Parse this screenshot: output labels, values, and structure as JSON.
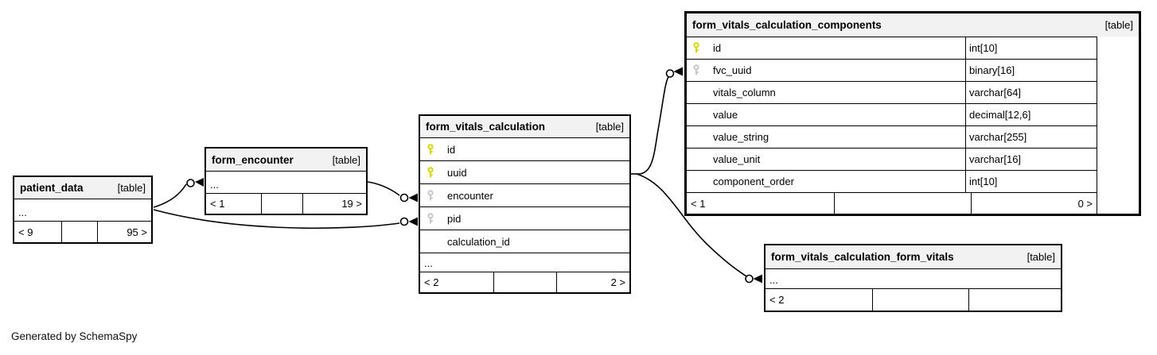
{
  "note": "Generated by SchemaSpy",
  "colors": {
    "primary_key": "#d6d600",
    "foreign_key": "#c8c8c8",
    "header_bg": "#f2f2f2",
    "border": "#000000"
  },
  "tables": {
    "patient_data": {
      "name": "patient_data",
      "tag": "[table]",
      "ellipsis": "...",
      "footer": {
        "left": "< 9",
        "mid": "",
        "right": "95 >"
      }
    },
    "form_encounter": {
      "name": "form_encounter",
      "tag": "[table]",
      "ellipsis": "...",
      "footer": {
        "left": "< 1",
        "mid": "",
        "right": "19 >"
      }
    },
    "form_vitals_calculation": {
      "name": "form_vitals_calculation",
      "tag": "[table]",
      "columns": [
        {
          "name": "id",
          "key": "primary"
        },
        {
          "name": "uuid",
          "key": "primary"
        },
        {
          "name": "encounter",
          "key": "foreign"
        },
        {
          "name": "pid",
          "key": "foreign"
        },
        {
          "name": "calculation_id",
          "key": "none"
        }
      ],
      "ellipsis": "...",
      "footer": {
        "left": "< 2",
        "mid": "",
        "right": "2 >"
      }
    },
    "form_vitals_calculation_components": {
      "name": "form_vitals_calculation_components",
      "tag": "[table]",
      "columns": [
        {
          "name": "id",
          "type": "int[10]",
          "key": "primary"
        },
        {
          "name": "fvc_uuid",
          "type": "binary[16]",
          "key": "foreign"
        },
        {
          "name": "vitals_column",
          "type": "varchar[64]",
          "key": "none"
        },
        {
          "name": "value",
          "type": "decimal[12,6]",
          "key": "none"
        },
        {
          "name": "value_string",
          "type": "varchar[255]",
          "key": "none"
        },
        {
          "name": "value_unit",
          "type": "varchar[16]",
          "key": "none"
        },
        {
          "name": "component_order",
          "type": "int[10]",
          "key": "none"
        }
      ],
      "footer": {
        "left": "< 1",
        "mid": "",
        "right": "0 >"
      }
    },
    "form_vitals_calculation_form_vitals": {
      "name": "form_vitals_calculation_form_vitals",
      "tag": "[table]",
      "ellipsis": "...",
      "footer": {
        "left": "< 2",
        "mid": "",
        "right": ""
      }
    }
  }
}
